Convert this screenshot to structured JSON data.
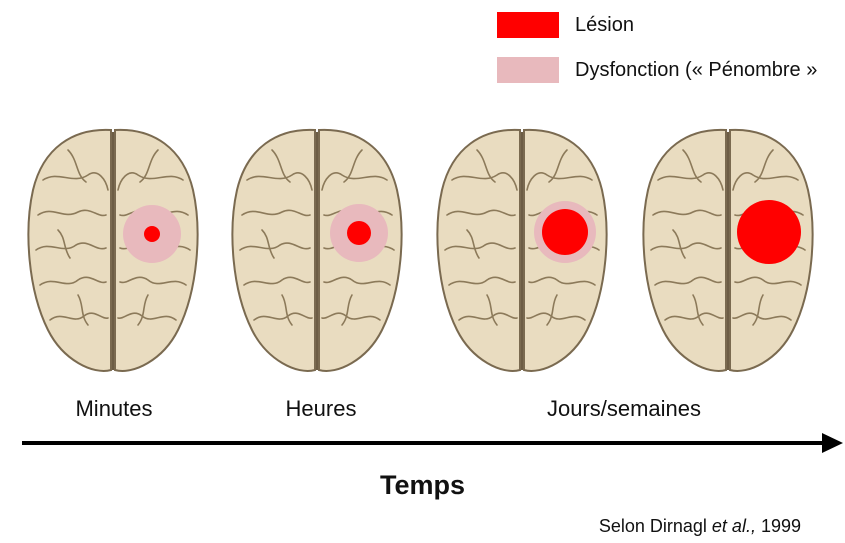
{
  "legend": {
    "items": [
      {
        "label": "Lésion",
        "color": "#ff0000"
      },
      {
        "label": "Dysfonction (« Pénombre »",
        "color": "#e8b9bd"
      }
    ]
  },
  "colors": {
    "lesion": "#ff0000",
    "penumbra": "#e8b9bd",
    "brain_fill": "#e9dcc0",
    "brain_line": "#7a6a50"
  },
  "stages": [
    {
      "brain": "brain-minutes",
      "lesion_scale": "small",
      "penumbra_scale": "large"
    },
    {
      "brain": "brain-hours",
      "lesion_scale": "medium",
      "penumbra_scale": "large"
    },
    {
      "brain": "brain-days",
      "lesion_scale": "large",
      "penumbra_scale": "thin-ring"
    },
    {
      "brain": "brain-weeks",
      "lesion_scale": "full",
      "penumbra_scale": "none"
    }
  ],
  "time_labels": [
    "Minutes",
    "Heures",
    "Jours/semaines"
  ],
  "axis": {
    "title": "Temps"
  },
  "citation": {
    "prefix": "Selon Dirnagl ",
    "italic": "et al.,",
    "suffix": " 1999"
  }
}
